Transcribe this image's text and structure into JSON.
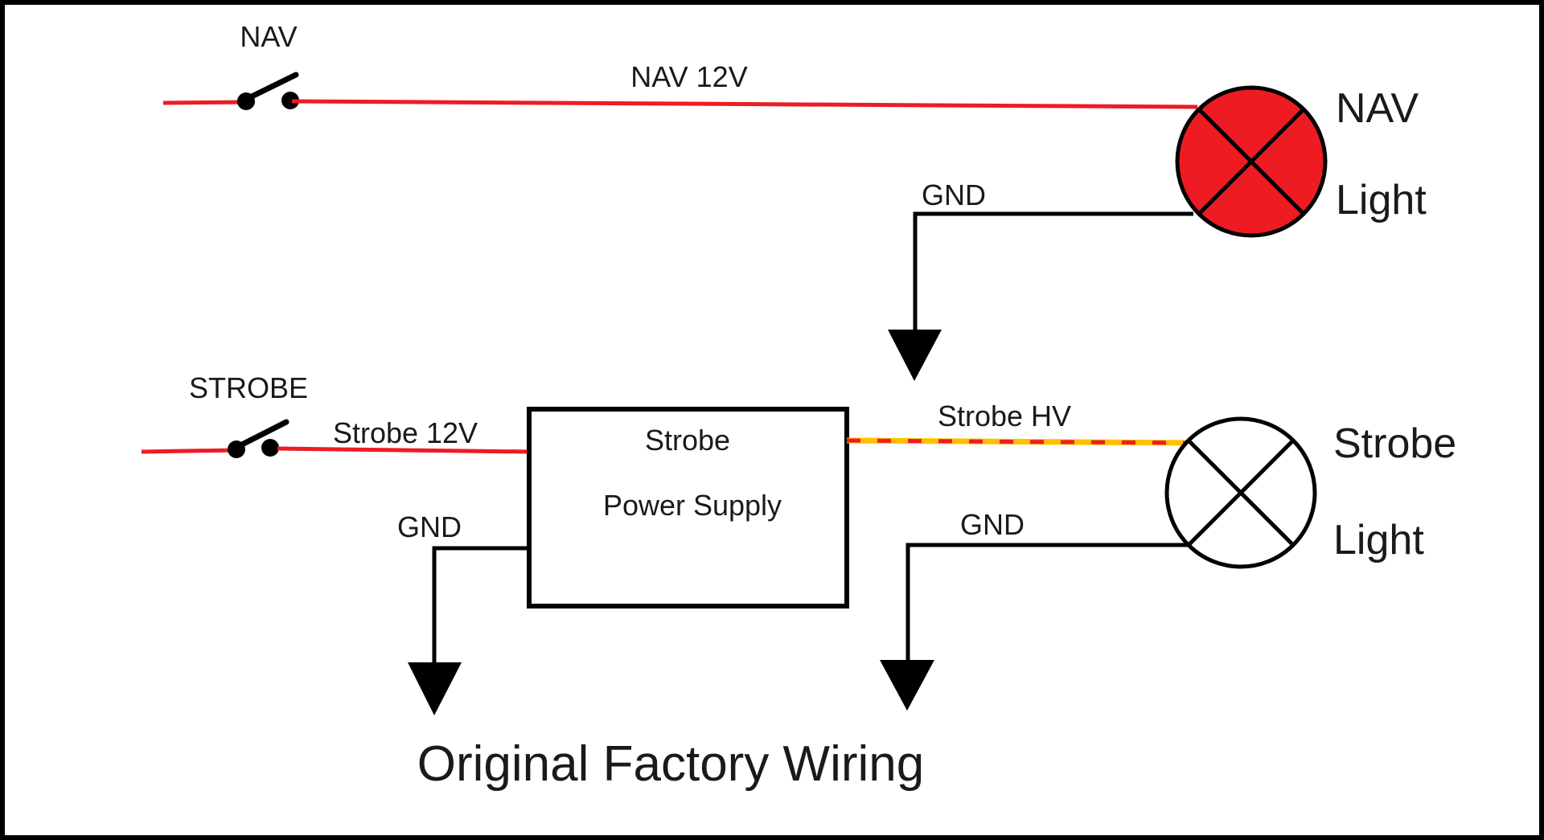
{
  "colors": {
    "wire_red": "#ED1C24",
    "wire_black": "#000000",
    "hv_gold": "#FFC000",
    "nav_light_fill": "#EE1B23",
    "text": "#1A1A1A"
  },
  "nav_circuit": {
    "switch_label": "NAV",
    "wire_label": "NAV 12V",
    "gnd_label": "GND",
    "light_label": {
      "line1": "NAV",
      "line2": "Light"
    }
  },
  "strobe_circuit": {
    "switch_label": "STROBE",
    "wire_label": "Strobe 12V",
    "power_supply": {
      "line1": "Strobe",
      "line2": "Power Supply"
    },
    "hv_label": "Strobe HV",
    "supply_gnd_label": "GND",
    "light_gnd_label": "GND",
    "light_label": {
      "line1": "Strobe",
      "line2": "Light"
    }
  },
  "caption": "Original Factory Wiring"
}
